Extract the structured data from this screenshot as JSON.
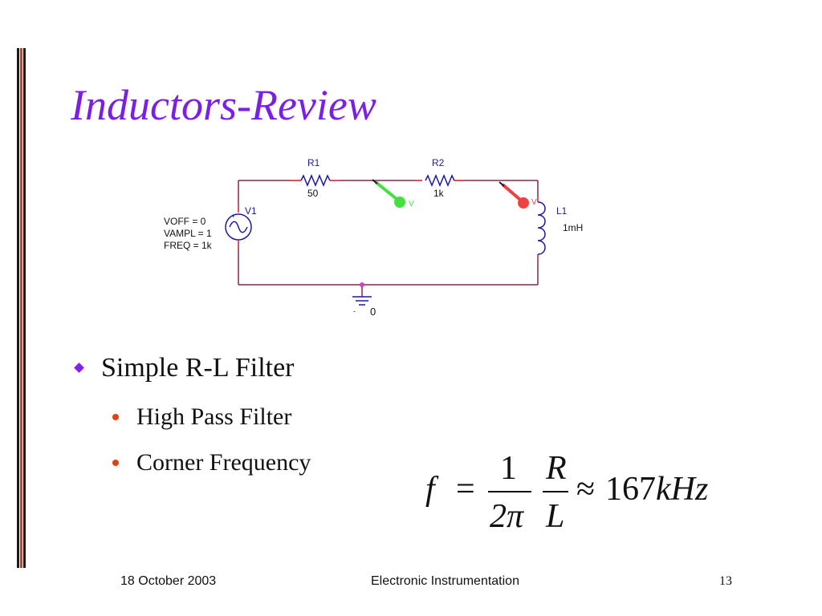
{
  "slide": {
    "title": "Inductors-Review",
    "footer_date": "18 October 2003",
    "footer_center": "Electronic Instrumentation",
    "page_number": "13"
  },
  "circuit": {
    "r1_name": "R1",
    "r1_value": "50",
    "r2_name": "R2",
    "r2_value": "1k",
    "source_name": "V1",
    "source_params": [
      "VOFF = 0",
      "VAMPL = 1",
      "FREQ = 1k"
    ],
    "inductor_name": "L1",
    "inductor_value": "1mH",
    "probe_label": "V",
    "ground_label": "0",
    "colors": {
      "wire": "#7a2a4a",
      "component": "#1a1aa0",
      "probe_green": "#44e040",
      "probe_red": "#f04040"
    }
  },
  "bullets": {
    "level1": "Simple R-L Filter",
    "level2": [
      "High Pass Filter",
      "Corner Frequency"
    ]
  },
  "formula": {
    "lhs": "f",
    "eq": "=",
    "frac1_num": "1",
    "frac1_den": "2π",
    "frac2_num": "R",
    "frac2_den": "L",
    "approx": "≈",
    "result_number": "167",
    "result_unit": "kHz"
  },
  "colors": {
    "title": "#7a1ee8",
    "bullet_diamond": "#8a1ee8",
    "bullet_dot": "#e04010",
    "sidebar_red": "#e03a10"
  }
}
